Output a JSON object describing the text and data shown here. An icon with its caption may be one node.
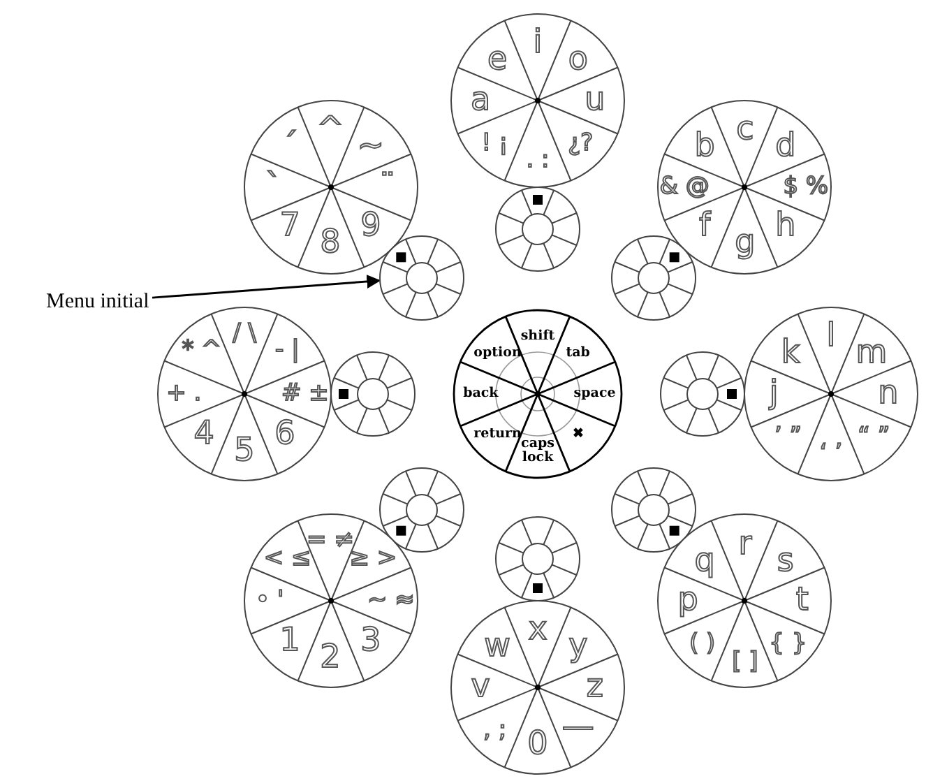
{
  "diagram": {
    "nodes": [
      {
        "text": [
          "i",
          "o",
          "u",
          "¿?",
          ". :",
          "! ¡",
          "a",
          "e"
        ]
      },
      {
        "text": [
          "^",
          "~",
          "¨",
          "9",
          "8",
          "7",
          "`",
          "´"
        ]
      },
      {
        "text": [
          "c",
          "d",
          "$ %",
          "h",
          "g",
          "f",
          "& @",
          "b"
        ]
      },
      {
        "text": [],
        "shape": "circle"
      },
      {
        "text": [
          "Menu initial"
        ]
      },
      {
        "text": [],
        "shape": "circle"
      },
      {
        "text": [],
        "shape": "circle"
      },
      {
        "text": [
          "/ \\",
          "- |",
          "# ±",
          "6",
          "5",
          "4",
          "+ .",
          "* ^"
        ]
      },
      {
        "text": [],
        "shape": "circle"
      },
      {
        "text": [
          "shift",
          "tab",
          "space",
          "✖",
          "caps lock",
          "return",
          "back",
          "option"
        ]
      },
      {
        "text": [],
        "shape": "circle"
      },
      {
        "text": [
          "l",
          "m",
          "n",
          "“ ”",
          "‘ ’",
          "’ ”",
          "j",
          "k"
        ]
      },
      {
        "text": [],
        "shape": "circle"
      },
      {
        "text": [],
        "shape": "circle"
      },
      {
        "text": [],
        "shape": "circle"
      },
      {
        "text": [
          "= ≠",
          "≥ >",
          "~ ≈",
          "3",
          "2",
          "1",
          "• '",
          "< ≤"
        ]
      },
      {
        "text": [
          "r",
          "s",
          "t",
          "{ }",
          "[ ]",
          "( )",
          "p",
          "q"
        ]
      },
      {
        "text": [
          "x",
          "y",
          "z",
          "—",
          "0",
          ", ;",
          "v",
          "w"
        ]
      }
    ],
    "edges": [
      {
        "from": 4,
        "to": 5,
        "arrow": "to"
      }
    ]
  }
}
